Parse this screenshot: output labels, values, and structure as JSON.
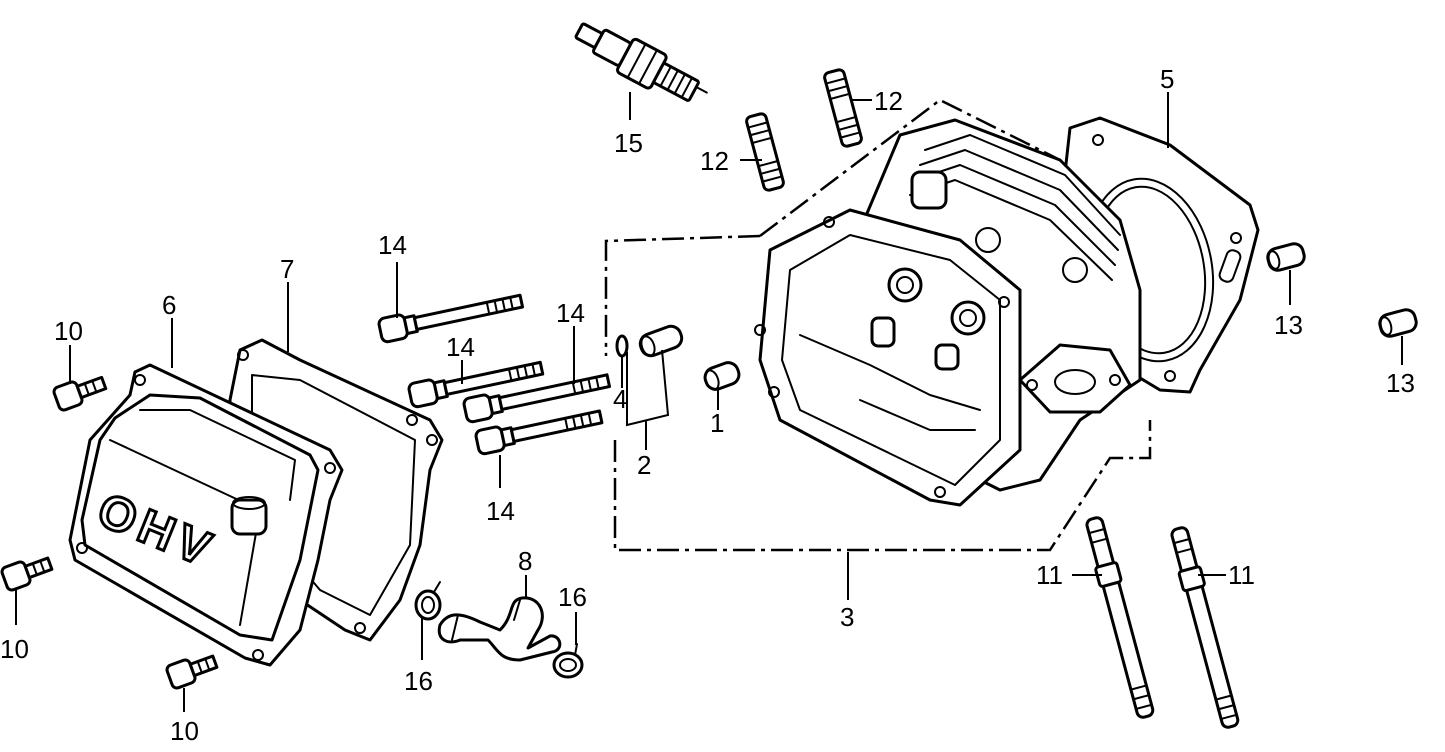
{
  "diagram": {
    "cover_marking": "OHV",
    "callouts": {
      "c1": "1",
      "c2": "2",
      "c3": "3",
      "c4": "4",
      "c5": "5",
      "c6": "6",
      "c7": "7",
      "c8": "8",
      "c10": "10",
      "c11": "11",
      "c12": "12",
      "c13": "13",
      "c14": "14",
      "c15": "15",
      "c16": "16"
    }
  }
}
